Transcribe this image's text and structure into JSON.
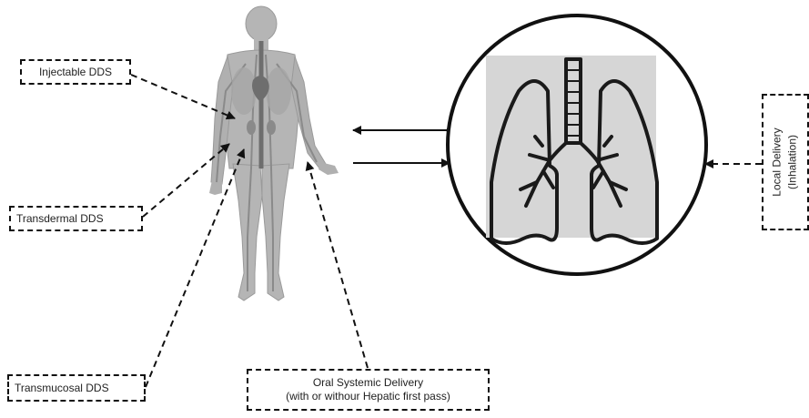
{
  "labels": {
    "injectable": "Injectable DDS",
    "transdermal": "Transdermal DDS",
    "transmucosal": "Transmucosal DDS",
    "oral_line1": "Oral Systemic Delivery",
    "oral_line2": "(with or withour Hepatic first pass)",
    "local_line1": "Local Delivery",
    "local_line2": "(Inhalation)"
  },
  "figures": {
    "body": "human-body-circulatory-icon",
    "lungs": "lungs-icon"
  },
  "colors": {
    "stroke": "#111111",
    "body_fill": "#b5b5b5",
    "body_dark": "#7a7a7a",
    "lungs_bg": "#d6d6d6",
    "heart": "#6e6e6e"
  }
}
